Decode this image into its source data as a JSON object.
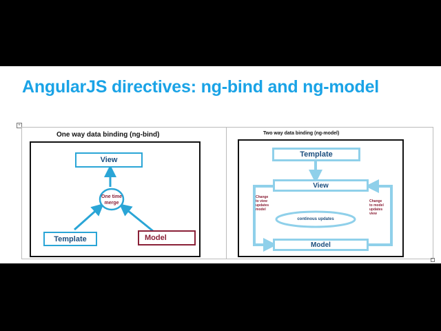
{
  "slide": {
    "title": "AngularJS directives: ng-bind and ng-model",
    "table_move_glyph": "+"
  },
  "one_way": {
    "heading": "One way data binding (ng-bind)",
    "view": "View",
    "merge_line1": "One time",
    "merge_line2": "merge",
    "template": "Template",
    "model": "Model"
  },
  "two_way": {
    "heading": "Two way data binding (ng-model)",
    "template": "Template",
    "view": "View",
    "model": "Model",
    "left_note": [
      "Change",
      "to view",
      "updates",
      "model"
    ],
    "right_note": [
      "Change",
      "to model",
      "updates",
      "view"
    ],
    "cycle_label": "continous updates"
  },
  "colors": {
    "title": "#1aa3e6",
    "arrow_blue": "#2aa5d6",
    "arrow_light": "#8fd0ea",
    "model_red": "#8a2037"
  },
  "icons": {
    "table_move": "four-way-move-icon",
    "table_resize": "resize-handle-icon"
  }
}
